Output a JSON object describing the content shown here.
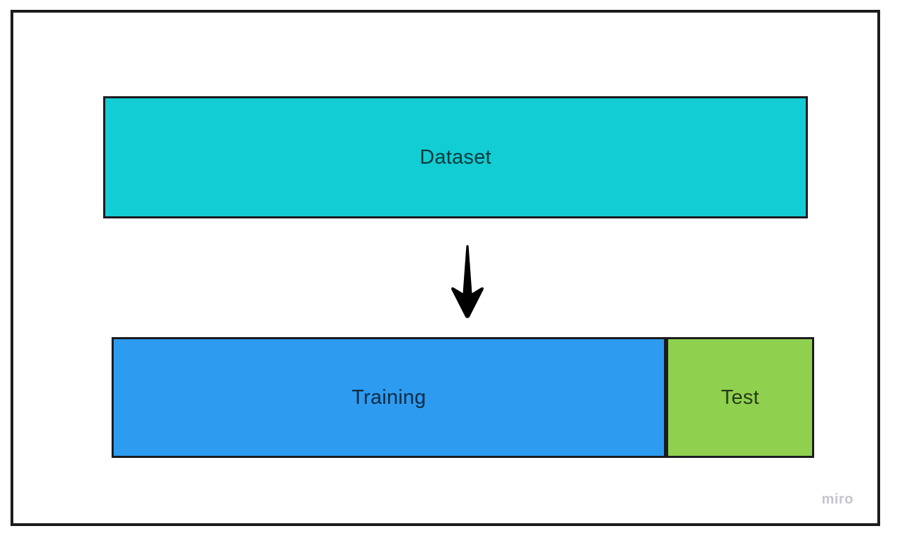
{
  "diagram": {
    "dataset": {
      "label": "Dataset",
      "fill": "#12CDD4"
    },
    "training": {
      "label": "Training",
      "fill": "#2D9BF0"
    },
    "test": {
      "label": "Test",
      "fill": "#8FD14F"
    },
    "arrow": {
      "name": "down-arrow",
      "color": "#000000",
      "direction": "down"
    },
    "stroke_color": "#1B1B1F",
    "frame_color": "#1C1C1E",
    "split": {
      "training_fraction": 0.79,
      "test_fraction": 0.21
    }
  },
  "watermark": {
    "text": "miro",
    "color": "#C5C5CF"
  }
}
